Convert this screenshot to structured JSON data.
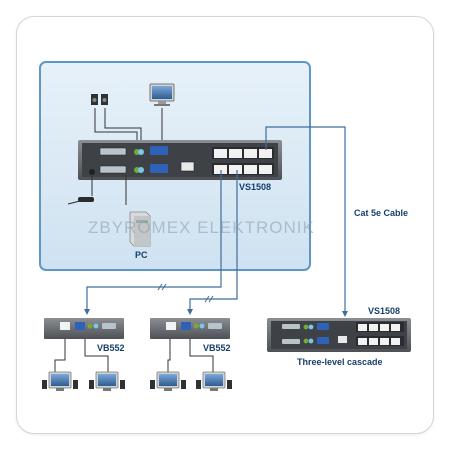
{
  "labels": {
    "top_switch": "VS1508",
    "pc": "PC",
    "cable": "Cat 5e Cable",
    "right_switch": "VS1508",
    "cascade": "Three-level cascade",
    "left_receiver": "VB552",
    "right_receiver": "VB552",
    "watermark": "ZBYROMEX ELEKTRONIK"
  },
  "colors": {
    "panel_bg": "#dcebf6",
    "panel_border": "#5d97c7",
    "device_body": "#6a6d71",
    "device_face": "#3e4145",
    "port": "#f2f2f2",
    "cable_line": "#3f6e9a",
    "label_text": "#163f6b"
  }
}
